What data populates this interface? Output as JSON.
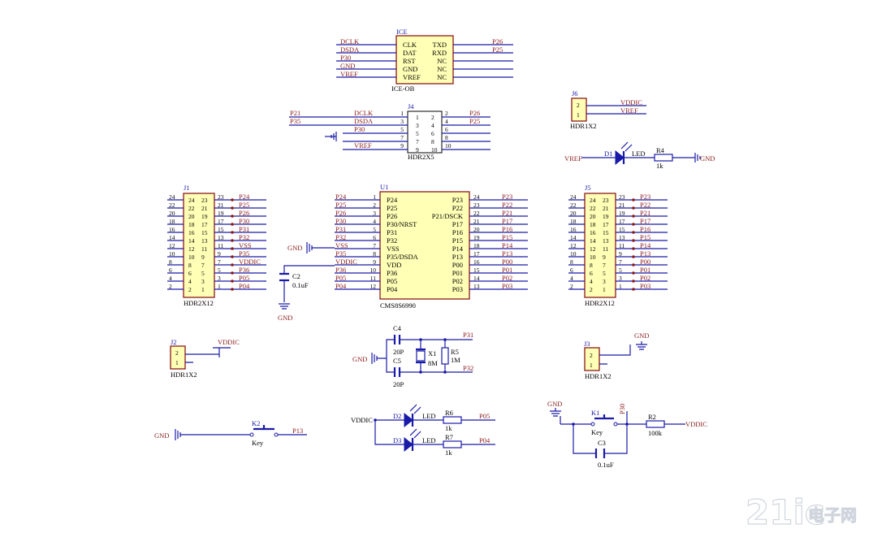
{
  "ice": {
    "ref": "ICE",
    "name": "ICE-OB",
    "left_pins": [
      "CLK",
      "DAT",
      "RST",
      "GND",
      "VREF"
    ],
    "right_pins": [
      "TXD",
      "RXD",
      "NC",
      "NC",
      "NC"
    ],
    "left_nets": [
      "DCLK",
      "DSDA",
      "P30",
      "GND",
      "VREF"
    ],
    "right_nets": [
      "P26",
      "P25"
    ]
  },
  "j4": {
    "ref": "J4",
    "name": "HDR2X5",
    "left_nums": [
      "1",
      "3",
      "5",
      "7",
      "9"
    ],
    "right_nums": [
      "2",
      "4",
      "6",
      "8",
      "10"
    ],
    "inner_left": [
      "1",
      "3",
      "5",
      "7",
      "9"
    ],
    "inner_right": [
      "2",
      "4",
      "6",
      "8",
      "10"
    ],
    "far_left_nets": [
      "P21",
      "P35"
    ],
    "left_nets": [
      "DCLK",
      "DSDA",
      "P30",
      "",
      "VREF"
    ],
    "right_nets": [
      "P26",
      "P25"
    ]
  },
  "j6": {
    "ref": "J6",
    "name": "HDR1X2",
    "pins": [
      "2",
      "1"
    ],
    "nets": [
      "VDDIC",
      "VREF"
    ]
  },
  "led1": {
    "diode": "D1",
    "diode_label": "LED",
    "res": "R4",
    "res_val": "1k",
    "left_net": "VREF",
    "right_net": "GND"
  },
  "j1": {
    "ref": "J1",
    "name": "HDR2X12",
    "left_ext": [
      "24",
      "22",
      "20",
      "18",
      "16",
      "14",
      "12",
      "10",
      "8",
      "6",
      "4",
      "2"
    ],
    "inner_l": [
      "24",
      "22",
      "20",
      "18",
      "16",
      "14",
      "12",
      "10",
      "8",
      "6",
      "4",
      "2"
    ],
    "inner_r": [
      "23",
      "21",
      "19",
      "17",
      "15",
      "13",
      "11",
      "9",
      "7",
      "5",
      "3",
      "1"
    ],
    "right_ext": [
      "23",
      "21",
      "19",
      "17",
      "15",
      "13",
      "11",
      "9",
      "7",
      "5",
      "3",
      "1"
    ],
    "nets": [
      "P24",
      "P25",
      "P26",
      "P30",
      "P31",
      "P32",
      "VSS",
      "P35",
      "VDDIC",
      "P36",
      "P05",
      "P04"
    ]
  },
  "u1": {
    "ref": "U1",
    "name": "CMS8S6990",
    "left_nets": [
      "P24",
      "P25",
      "P26",
      "P30",
      "P31",
      "P32",
      "VSS",
      "P35",
      "VDDIC",
      "P36",
      "P05",
      "P04"
    ],
    "left_nums": [
      "1",
      "2",
      "3",
      "4",
      "5",
      "6",
      "7",
      "8",
      "9",
      "10",
      "11",
      "12"
    ],
    "left_pins": [
      "P24",
      "P25",
      "P26",
      "P30/NRST",
      "P31",
      "P32",
      "VSS",
      "P35/DSDA",
      "VDD",
      "P36",
      "P05",
      "P04"
    ],
    "right_pins": [
      "P23",
      "P22",
      "P21/DSCK",
      "P17",
      "P16",
      "P15",
      "P14",
      "P13",
      "P00",
      "P01",
      "P02",
      "P03"
    ],
    "right_nums": [
      "24",
      "23",
      "22",
      "21",
      "20",
      "19",
      "18",
      "17",
      "16",
      "15",
      "14",
      "13"
    ],
    "right_nets": [
      "P23",
      "P22",
      "P21",
      "P17",
      "P16",
      "P15",
      "P14",
      "P13",
      "P00",
      "P01",
      "P02",
      "P03"
    ]
  },
  "c2": {
    "ref": "C2",
    "val": "0.1uF",
    "gnd_left": "GND",
    "gnd_bottom": "GND"
  },
  "j5": {
    "ref": "J5",
    "name": "HDR2X12",
    "left_ext": [
      "24",
      "22",
      "20",
      "18",
      "16",
      "14",
      "12",
      "10",
      "8",
      "6",
      "4",
      "2"
    ],
    "inner_l": [
      "24",
      "22",
      "20",
      "18",
      "16",
      "14",
      "12",
      "10",
      "8",
      "6",
      "4",
      "2"
    ],
    "inner_r": [
      "23",
      "21",
      "19",
      "17",
      "15",
      "13",
      "11",
      "9",
      "7",
      "5",
      "3",
      "1"
    ],
    "right_ext": [
      "23",
      "21",
      "19",
      "17",
      "15",
      "13",
      "11",
      "9",
      "7",
      "5",
      "3",
      "1"
    ],
    "nets": [
      "P23",
      "P22",
      "P21",
      "P17",
      "P16",
      "P15",
      "P14",
      "P13",
      "P00",
      "P01",
      "P02",
      "P03"
    ]
  },
  "j2": {
    "ref": "J2",
    "name": "HDR1X2",
    "pins": [
      "2",
      "1"
    ],
    "net": "VDDIC"
  },
  "osc": {
    "c4": "C4",
    "c4_val": "20P",
    "c5": "C5",
    "c5_val": "20P",
    "x1": "X1",
    "x1_val": "8M",
    "r5": "R5",
    "r5_val": "1M",
    "net_top": "P31",
    "net_bottom": "P32",
    "gnd": "GND"
  },
  "j3": {
    "ref": "J3",
    "name": "HDR1X2",
    "pins": [
      "2",
      "1"
    ],
    "net": "GND"
  },
  "k2": {
    "ref": "K2",
    "name": "Key",
    "gnd": "GND",
    "net": "P13"
  },
  "leds": {
    "net_in": "VDDIC",
    "d2": "D2",
    "d3": "D3",
    "led": "LED",
    "r6": "R6",
    "r6_val": "1k",
    "r7": "R7",
    "r7_val": "1k",
    "net_d2": "P05",
    "net_d3": "P04"
  },
  "k1": {
    "ref": "K1",
    "name": "Key",
    "gnd": "GND",
    "p30": "P30",
    "r2": "R2",
    "r2_val": "100k",
    "vdd": "VDDIC",
    "c3": "C3",
    "c3_val": "0.1uF"
  },
  "watermark": {
    "brand": "21ic",
    "cn": "电子网"
  }
}
